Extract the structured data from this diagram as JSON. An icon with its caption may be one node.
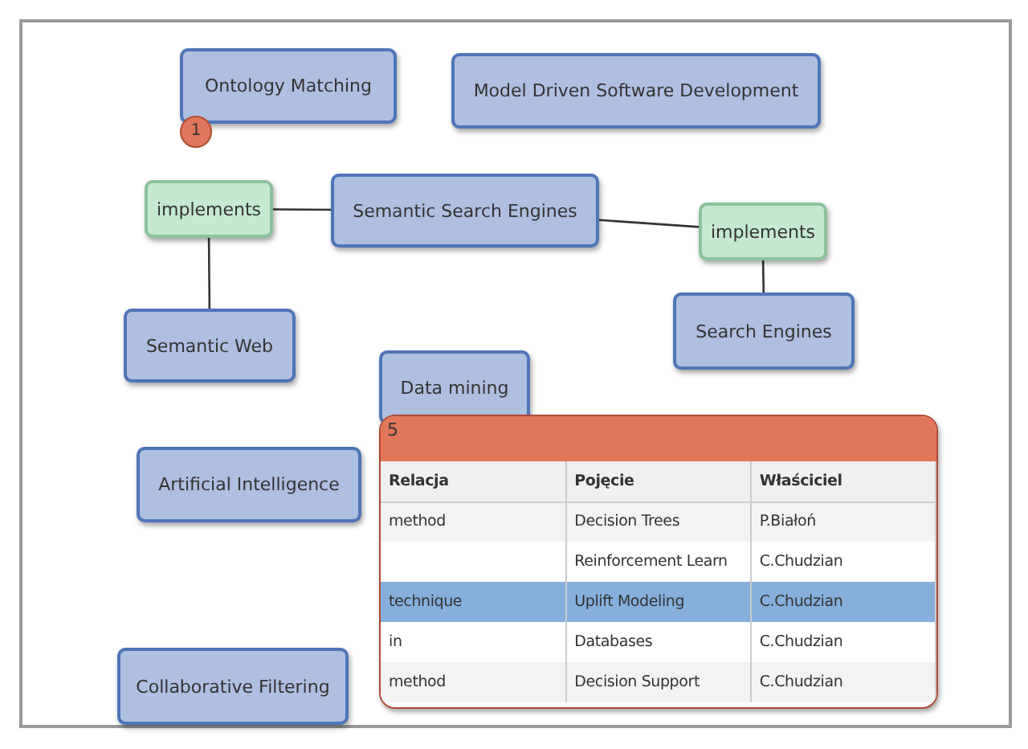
{
  "diagram": {
    "nodes": [
      {
        "text": [
          "Ontology Matching"
        ],
        "beside": [
          "1"
        ]
      },
      {
        "text": [
          "Model Driven Software Development"
        ]
      },
      {
        "text": [
          "implements"
        ]
      },
      {
        "text": [
          "Semantic Search Engines"
        ]
      },
      {
        "text": [
          "implements"
        ]
      },
      {
        "text": [
          "Semantic Web"
        ]
      },
      {
        "text": [
          "Search Engines"
        ]
      },
      {
        "text": [
          "Data mining"
        ]
      },
      {
        "text": [
          "5"
        ]
      },
      {
        "text": [
          "Artificial Intelligence"
        ]
      },
      {
        "text": [
          "Collaborative Filtering"
        ]
      }
    ],
    "edges": [
      {
        "from": 2,
        "to": 3,
        "arrow": "none"
      },
      {
        "from": 2,
        "to": 5,
        "arrow": "none"
      },
      {
        "from": 3,
        "to": 4,
        "arrow": "none"
      },
      {
        "from": 4,
        "to": 6,
        "arrow": "none"
      }
    ],
    "labels": [
      "Relacja",
      "Pojęcie",
      "Właściciel",
      "method",
      "Decision Trees",
      "P.Białoń",
      "Reinforcement Learn",
      "C.Chudzian",
      "technique",
      "Uplift Modeling",
      "C.Chudzian",
      "in",
      "Databases",
      "C.Chudzian",
      "method",
      "Decision Support",
      "C.Chudzian"
    ]
  }
}
